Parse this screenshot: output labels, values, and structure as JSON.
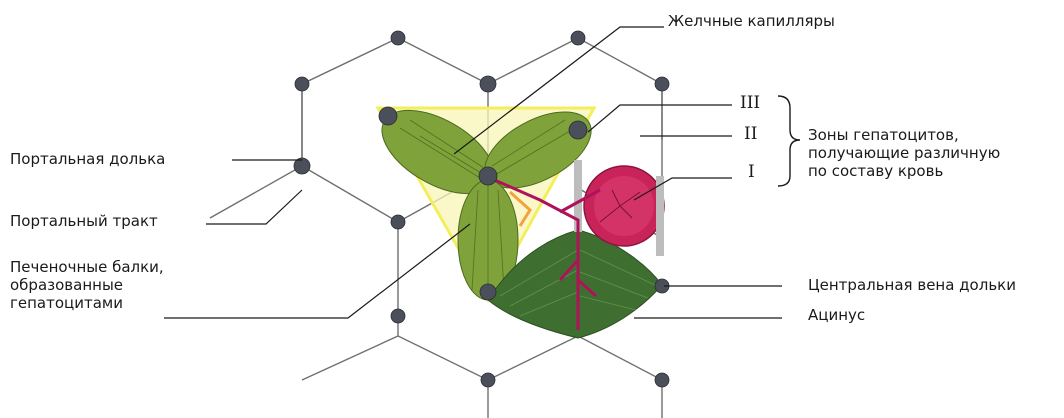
{
  "labels": {
    "bile_capillaries": "Желчные капилляры",
    "portal_lobule": "Портальная долька",
    "portal_tract": "Портальный тракт",
    "hepatic_cords": [
      "Печеночные балки,",
      "образованные",
      "гепатоцитами"
    ],
    "zone_numerals": [
      "III",
      "II",
      "I"
    ],
    "zones_description": [
      "Зоны гепатоцитов,",
      "получающие различную",
      "по составу кровь"
    ],
    "central_vein": "Центральная вена дольки",
    "acinus": "Ацинус"
  },
  "colors": {
    "lobule_outline": "#6f6f6f",
    "portal_triangle": "#f3ef5c",
    "triangle_fill": "#f8f5b5",
    "hepatocyte_green": "#7fa23a",
    "acinus_green": "#3f6f30",
    "central_vein_red": "#c8245a",
    "vessel_magenta": "#b0125a",
    "bile_orange": "#f4a23a",
    "node_dark": "#4a4f5a"
  }
}
